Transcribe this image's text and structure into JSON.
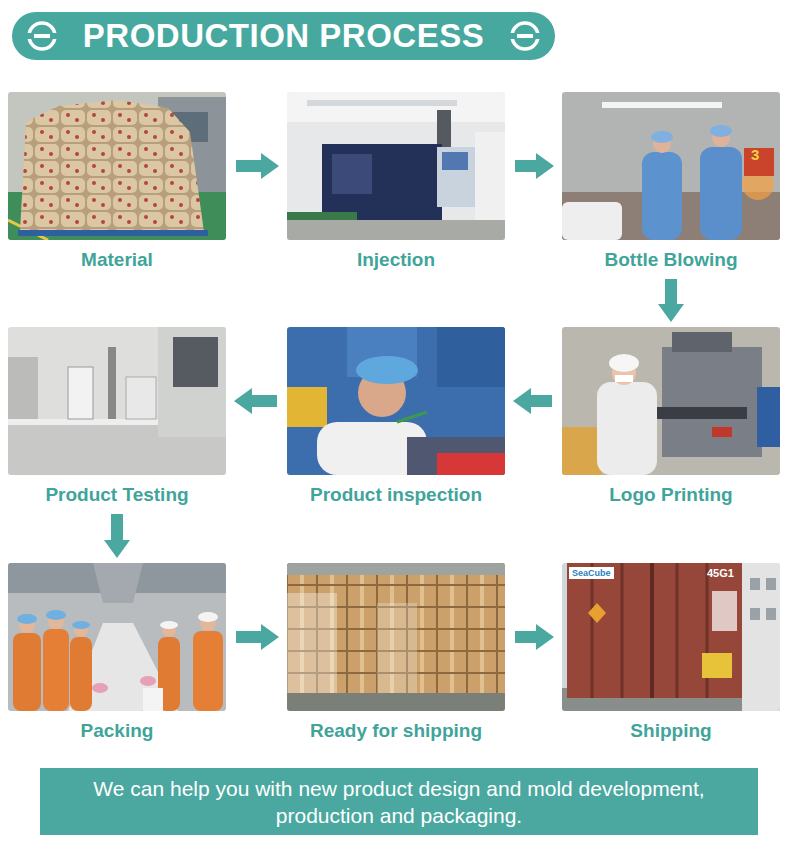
{
  "diagram": {
    "title": "PRODUCTION PROCESS",
    "caption": "We can help you with new product design and mold development, production and packaging.",
    "nodes": [
      {
        "text": [
          "Material"
        ]
      },
      {
        "text": [
          "Injection"
        ]
      },
      {
        "text": [
          "Bottle Blowing"
        ]
      },
      {
        "text": [
          "Logo Printing"
        ]
      },
      {
        "text": [
          "Product inspection"
        ]
      },
      {
        "text": [
          "Product Testing"
        ]
      },
      {
        "text": [
          "Packing"
        ]
      },
      {
        "text": [
          "Ready for shipping"
        ]
      },
      {
        "text": [
          "Shipping"
        ]
      }
    ],
    "edges": [
      {
        "from": 0,
        "to": 1,
        "arrow": "to"
      },
      {
        "from": 1,
        "to": 2,
        "arrow": "to"
      },
      {
        "from": 2,
        "to": 3,
        "arrow": "to"
      },
      {
        "from": 3,
        "to": 4,
        "arrow": "to"
      },
      {
        "from": 4,
        "to": 5,
        "arrow": "to"
      },
      {
        "from": 5,
        "to": 6,
        "arrow": "to"
      },
      {
        "from": 6,
        "to": 7,
        "arrow": "to"
      },
      {
        "from": 7,
        "to": 8,
        "arrow": "to"
      }
    ],
    "labels": [
      "3",
      "SeaCube",
      "45G1"
    ]
  }
}
